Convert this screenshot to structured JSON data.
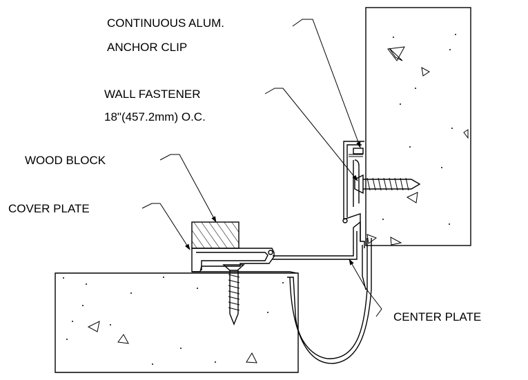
{
  "labels": {
    "anchor_clip_line1": "CONTINUOUS ALUM.",
    "anchor_clip_line2": "ANCHOR CLIP",
    "wall_fastener_line1": "WALL FASTENER",
    "wall_fastener_line2": "18\"(457.2mm) O.C.",
    "wood_block": "WOOD BLOCK",
    "cover_plate": "COVER PLATE",
    "center_plate": "CENTER PLATE"
  },
  "colors": {
    "line": "#000000",
    "background": "#ffffff"
  }
}
